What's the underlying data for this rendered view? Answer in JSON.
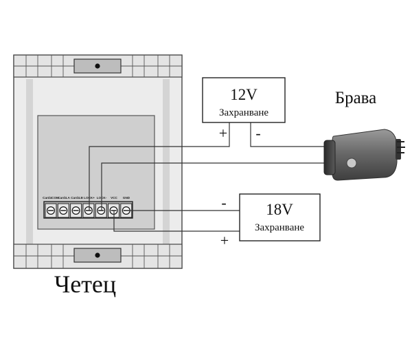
{
  "reader": {
    "label": "Четец",
    "terminal_labels": [
      "Card4COM",
      "Card4.A",
      "Card4.B",
      "LOCK+",
      "LOCK-",
      "VCC",
      "GND"
    ]
  },
  "supply_12v": {
    "voltage": "12V",
    "label": "Захранване",
    "plus": "+",
    "minus": "-"
  },
  "supply_18v": {
    "voltage": "18V",
    "label": "Захранване",
    "plus": "+",
    "minus": "-"
  },
  "lock": {
    "label": "Брава"
  }
}
